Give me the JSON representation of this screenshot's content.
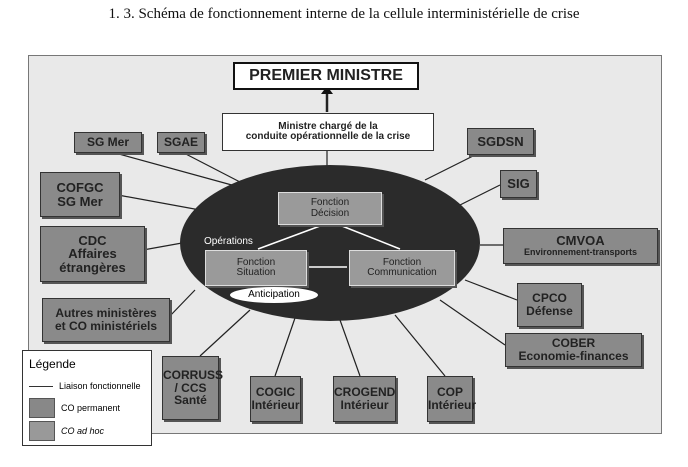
{
  "title": "1. 3. Schéma de fonctionnement interne de la cellule interministérielle de crise",
  "premier_ministre": "PREMIER MINISTRE",
  "ministre": [
    "Ministre chargé de la",
    "conduite opérationnelle de la crise"
  ],
  "center": {
    "decision": [
      "Fonction",
      "Décision"
    ],
    "situation": [
      "Fonction",
      "Situation"
    ],
    "communication": [
      "Fonction",
      "Communication"
    ],
    "operations": "Opérations",
    "anticipation": "Anticipation"
  },
  "nodes": {
    "sgmer": "SG Mer",
    "sgae": "SGAE",
    "sgdsn": "SGDSN",
    "sig": "SIG",
    "cofgc": [
      "COFGC",
      "SG Mer"
    ],
    "cdc": [
      "CDC",
      "Affaires",
      "étrangères"
    ],
    "autres": [
      "Autres ministères",
      "et CO ministériels"
    ],
    "cmvoa": [
      "CMVOA",
      "Environnement-transports"
    ],
    "cpco": [
      "CPCO",
      "Défense"
    ],
    "cober": [
      "COBER",
      "Economie-finances"
    ],
    "corruss": [
      "CORRUSS",
      "/ CCS",
      "Santé"
    ],
    "cogic": [
      "COGIC",
      "Intérieur"
    ],
    "crogend": [
      "CROGEND",
      "Intérieur"
    ],
    "cop": [
      "COP",
      "Intérieur"
    ]
  },
  "legend": {
    "title": "Légende",
    "line": "Liaison fonctionnelle",
    "permanent": "CO permanent",
    "adhoc": "CO ad hoc"
  }
}
